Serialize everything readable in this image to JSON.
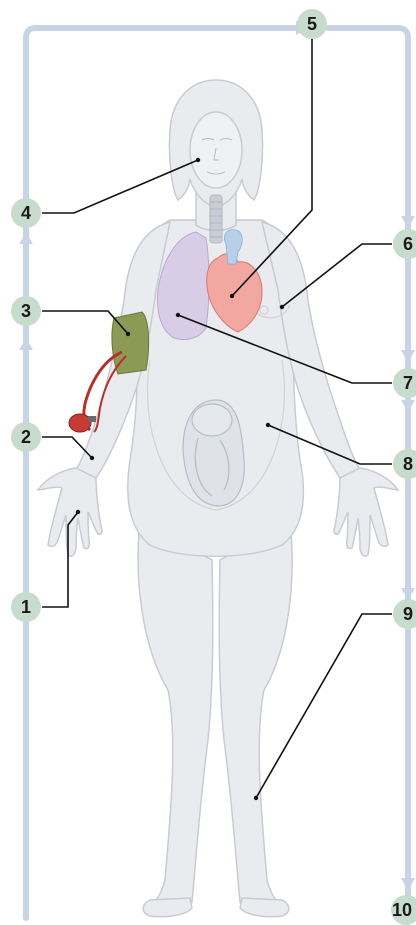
{
  "diagram": {
    "callouts": [
      {
        "number": "1",
        "side": "left"
      },
      {
        "number": "2",
        "side": "left"
      },
      {
        "number": "3",
        "side": "left"
      },
      {
        "number": "4",
        "side": "left"
      },
      {
        "number": "5",
        "side": "top"
      },
      {
        "number": "6",
        "side": "right"
      },
      {
        "number": "7",
        "side": "right"
      },
      {
        "number": "8",
        "side": "right"
      },
      {
        "number": "9",
        "side": "right"
      },
      {
        "number": "10",
        "side": "right"
      }
    ],
    "colors": {
      "flow_arrow": "#c9d3e6",
      "badge_fill": "#c7dccd",
      "badge_text": "#1a1a1a",
      "leader_line": "#111111",
      "body_fill": "#e9ebee",
      "body_stroke": "#c8ccd2",
      "lung": "#d9cce6",
      "heart": "#f2a7a0",
      "trachea": "#c9ced6",
      "cuff": "#8d9a55",
      "tube": "#b5312c",
      "fetus": "#dfe2e8"
    }
  }
}
